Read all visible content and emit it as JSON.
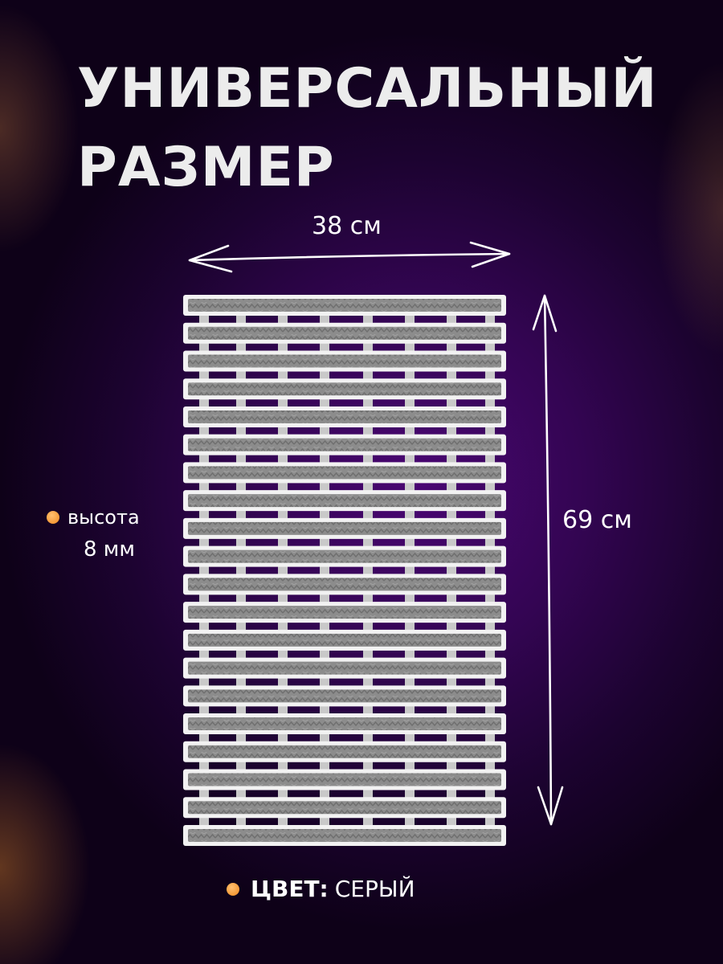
{
  "title": {
    "line1": "УНИВЕРСАЛЬНЫЙ",
    "line2": "РАЗМЕР"
  },
  "dimensions": {
    "width": "38 см",
    "length": "69 см"
  },
  "height_note": {
    "label": "высота",
    "value": "8 мм"
  },
  "color_note": {
    "label": "ЦВЕТ:",
    "value": "СЕРЫЙ"
  },
  "colors": {
    "background": "#330552",
    "slat_fill": "#8f8f8f",
    "slat_border": "#f2f2f2",
    "bullet": "#f39a2b"
  },
  "mat": {
    "slat_count": 20
  }
}
